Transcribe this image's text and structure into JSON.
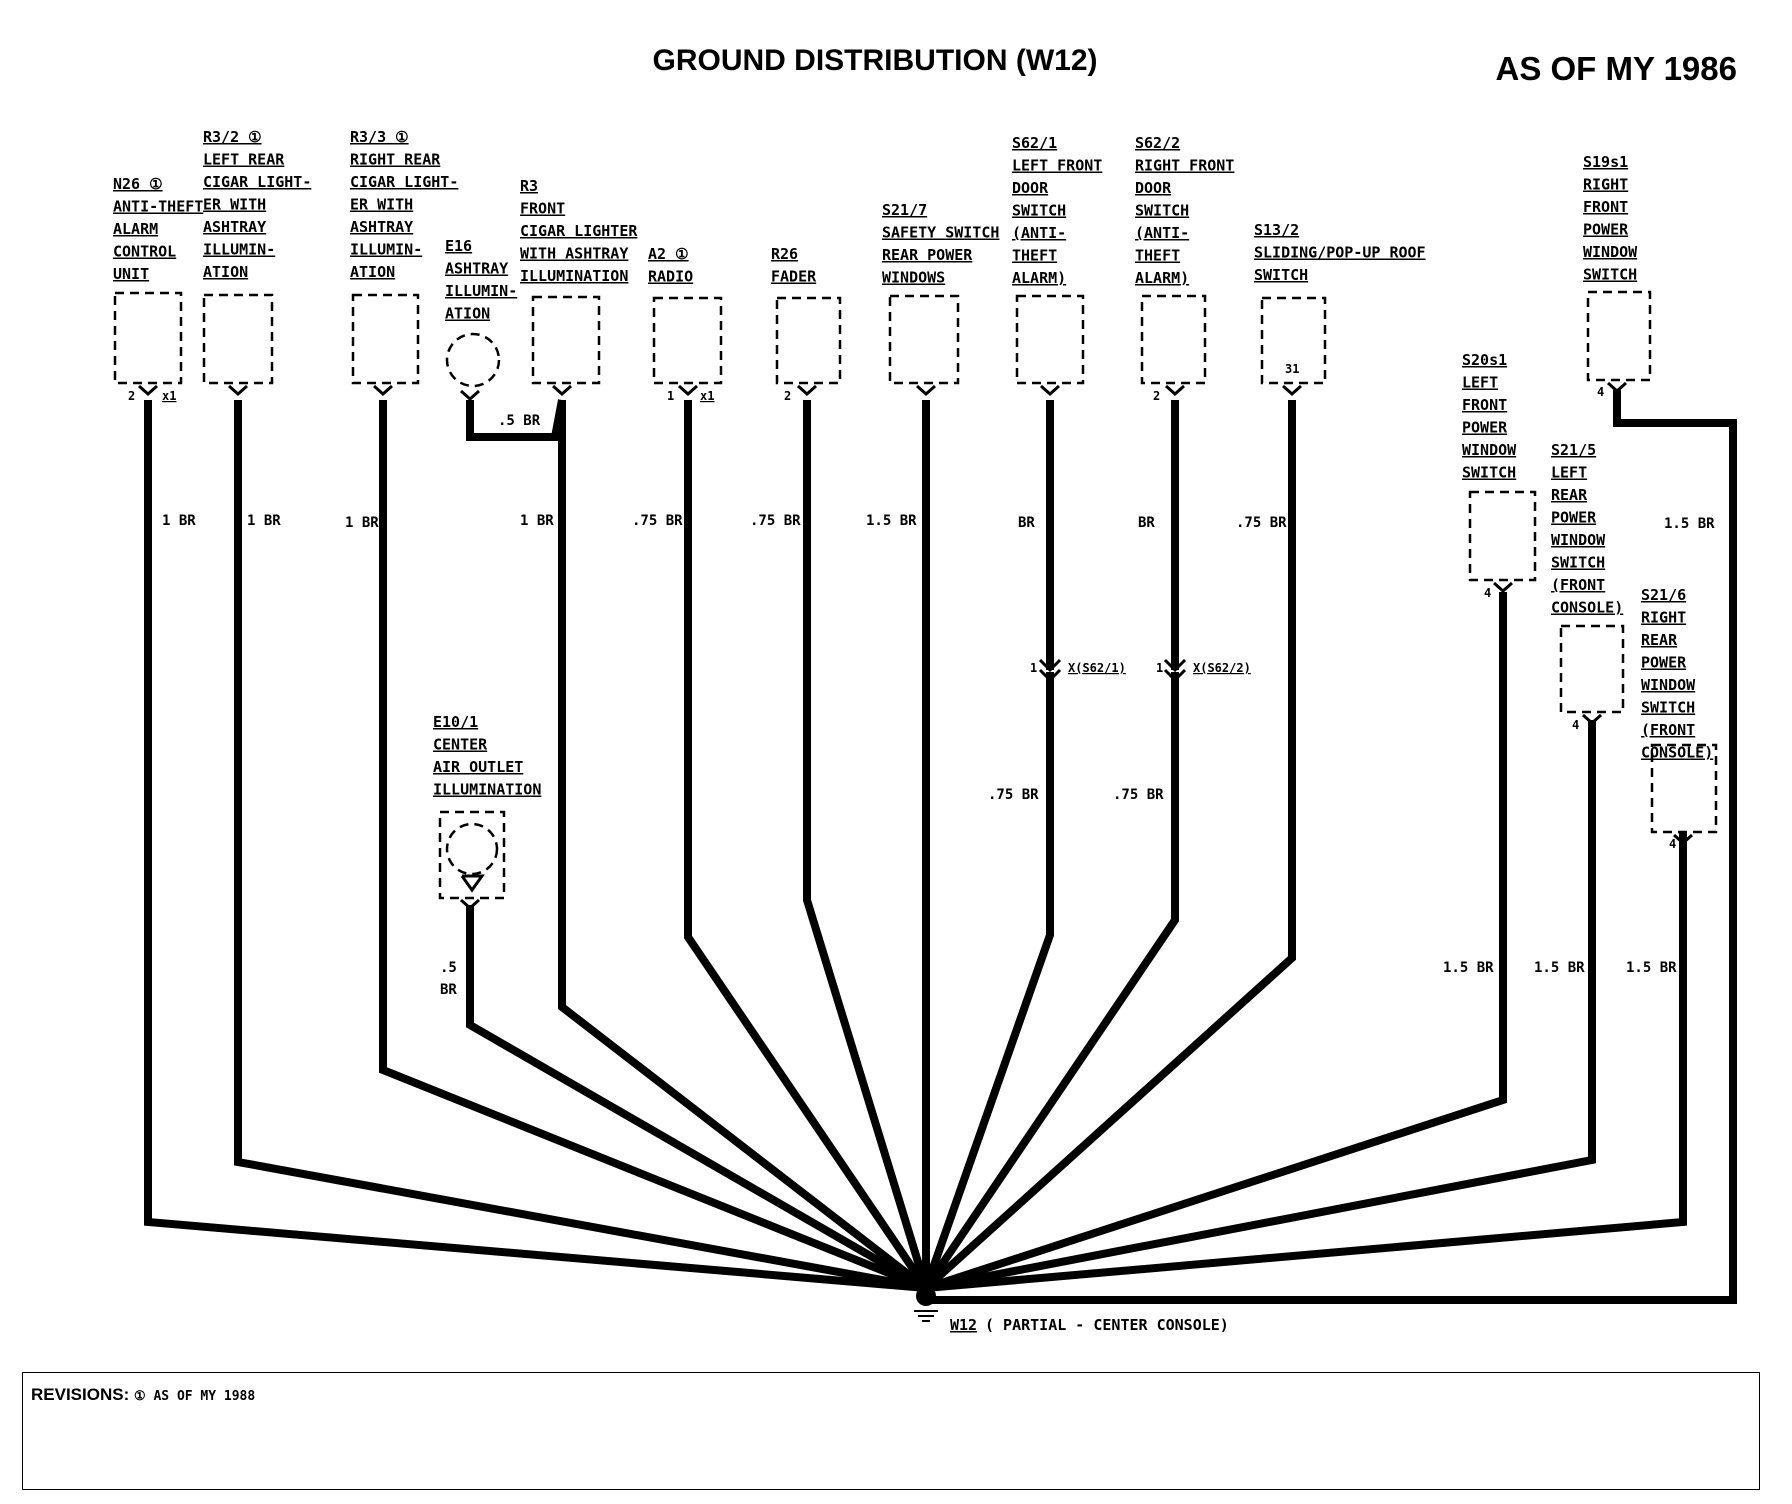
{
  "header": {
    "title": "GROUND DISTRIBUTION (W12)",
    "as_of": "AS OF MY 1986"
  },
  "ground_point": {
    "id": "W12",
    "label": "( PARTIAL - CENTER CONSOLE)"
  },
  "components": [
    {
      "key": "n26",
      "lines": [
        "N26 ①",
        "ANTI-THEFT",
        "ALARM",
        "CONTROL",
        "UNIT"
      ],
      "pin": "2",
      "extra": "x1",
      "wire": "1 BR"
    },
    {
      "key": "r32",
      "lines": [
        "R3/2 ①",
        "LEFT REAR",
        "CIGAR LIGHT-",
        "ER WITH",
        "ASHTRAY",
        "ILLUMIN-",
        "ATION"
      ],
      "wire": "1 BR"
    },
    {
      "key": "r33",
      "lines": [
        "R3/3 ①",
        "RIGHT REAR",
        "CIGAR LIGHT-",
        "ER WITH",
        "ASHTRAY",
        "ILLUMIN-",
        "ATION"
      ],
      "wire": "1 BR"
    },
    {
      "key": "e16",
      "lines": [
        "E16",
        "ASHTRAY",
        "ILLUMIN-",
        "ATION"
      ],
      "wire": ".5 BR"
    },
    {
      "key": "r3",
      "lines": [
        "R3",
        "FRONT",
        "CIGAR LIGHTER",
        "WITH ASHTRAY",
        "ILLUMINATION"
      ],
      "wire": "1 BR"
    },
    {
      "key": "a2",
      "lines": [
        "A2 ①",
        "RADIO"
      ],
      "pin": "1",
      "extra": "x1",
      "wire": ".75 BR"
    },
    {
      "key": "r26",
      "lines": [
        "R26",
        "FADER"
      ],
      "pin": "2",
      "wire": ".75 BR"
    },
    {
      "key": "s217",
      "lines": [
        "S21/7",
        "SAFETY SWITCH",
        "REAR POWER",
        "WINDOWS"
      ],
      "wire": "1.5 BR"
    },
    {
      "key": "s621",
      "lines": [
        "S62/1",
        "LEFT FRONT",
        "DOOR",
        "SWITCH",
        "(ANTI-",
        "THEFT",
        "ALARM)"
      ],
      "wire": "BR",
      "conn_pin": "1",
      "conn": "X(S62/1)",
      "wire2": ".75 BR"
    },
    {
      "key": "s622",
      "lines": [
        "S62/2",
        "RIGHT FRONT",
        "DOOR",
        "SWITCH",
        "(ANTI-",
        "THEFT",
        "ALARM)"
      ],
      "pin": "2",
      "wire": "BR",
      "conn_pin": "1",
      "conn": "X(S62/2)",
      "wire2": ".75 BR"
    },
    {
      "key": "s132",
      "lines": [
        "S13/2",
        "SLIDING/POP-UP ROOF",
        "SWITCH"
      ],
      "inner": "31",
      "wire": ".75 BR"
    },
    {
      "key": "s19s1",
      "lines": [
        "S19s1",
        "RIGHT",
        "FRONT",
        "POWER",
        "WINDOW",
        "SWITCH"
      ],
      "pin": "4",
      "wire": "1.5 BR"
    },
    {
      "key": "s20s1",
      "lines": [
        "S20s1",
        "LEFT",
        "FRONT",
        "POWER",
        "WINDOW",
        "SWITCH"
      ],
      "pin": "4",
      "wire": "1.5 BR"
    },
    {
      "key": "s215",
      "lines": [
        "S21/5",
        "LEFT",
        "REAR",
        "POWER",
        "WINDOW",
        "SWITCH",
        "(FRONT",
        "CONSOLE)"
      ],
      "pin": "4",
      "wire": "1.5 BR"
    },
    {
      "key": "s216",
      "lines": [
        "S21/6",
        "RIGHT",
        "REAR",
        "POWER",
        "WINDOW",
        "SWITCH",
        "(FRONT",
        "CONSOLE)"
      ],
      "pin": "4",
      "wire": "1.5 BR"
    },
    {
      "key": "e101",
      "lines": [
        "E10/1",
        "CENTER",
        "AIR OUTLET",
        "ILLUMINATION"
      ],
      "wire_lines": [
        ".5",
        "BR"
      ]
    }
  ],
  "revisions": {
    "label": "REVISIONS:",
    "note": "① AS OF MY 1988"
  }
}
